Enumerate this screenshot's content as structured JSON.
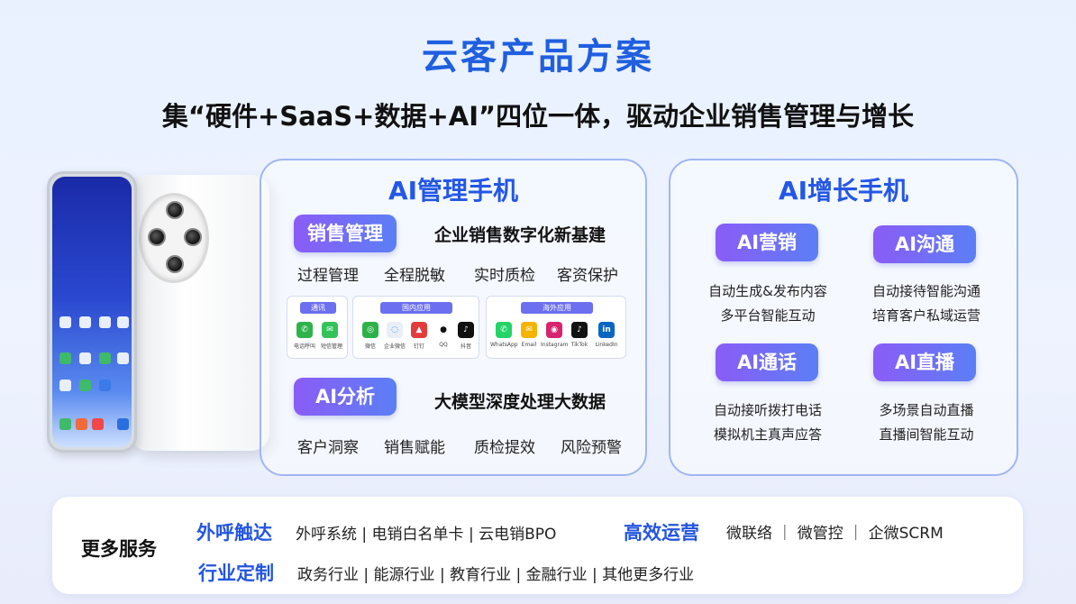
{
  "title": "云客产品方案",
  "subtitle": "集“硬件+SaaS+数据+AI”四位一体，驱动企业销售管理与增长",
  "left_card": {
    "title": "AI管理手机",
    "section1": {
      "pill": "销售管理",
      "heading": "企业销售数字化新基建",
      "features": [
        "过程管理",
        "全程脱敏",
        "实时质检",
        "客资保护"
      ]
    },
    "app_groups": [
      {
        "tag": "通讯",
        "apps": [
          "电话呼叫",
          "短信管理"
        ]
      },
      {
        "tag": "国内应用",
        "apps": [
          "微信",
          "企业微信",
          "钉钉",
          "QQ",
          "抖音"
        ]
      },
      {
        "tag": "海外应用",
        "apps": [
          "WhatsApp",
          "Email",
          "Instagram",
          "TikTok",
          "LinkedIn"
        ]
      }
    ],
    "section2": {
      "pill": "AI分析",
      "heading": "大模型深度处理大数据",
      "features": [
        "客户洞察",
        "销售赋能",
        "质检提效",
        "风险预警"
      ]
    }
  },
  "right_card": {
    "title": "AI增长手机",
    "blocks": [
      {
        "pill": "AI营销",
        "lines": [
          "自动生成&发布内容",
          "多平台智能互动"
        ]
      },
      {
        "pill": "AI沟通",
        "lines": [
          "自动接待智能沟通",
          "培育客户私域运营"
        ]
      },
      {
        "pill": "AI通话",
        "lines": [
          "自动接听拨打电话",
          "模拟机主真声应答"
        ]
      },
      {
        "pill": "AI直播",
        "lines": [
          "多场景自动直播",
          "直播间智能互动"
        ]
      }
    ]
  },
  "more_services": {
    "title": "更多服务",
    "outbound": {
      "label": "外呼触达",
      "items": "外呼系统 | 电销白名单卡 | 云电销BPO"
    },
    "operations": {
      "label": "高效运营",
      "items": "微联络 ｜ 微管控 ｜ 企微SCRM"
    },
    "industry": {
      "label": "行业定制",
      "items": "政务行业 | 能源行业 | 教育行业 | 金融行业 | 其他更多行业"
    }
  },
  "colors": {
    "accent": "#2457e6",
    "pill_start": "#8b5cf6",
    "pill_end": "#5b7ff5",
    "card_border": "#9fb6f3"
  }
}
